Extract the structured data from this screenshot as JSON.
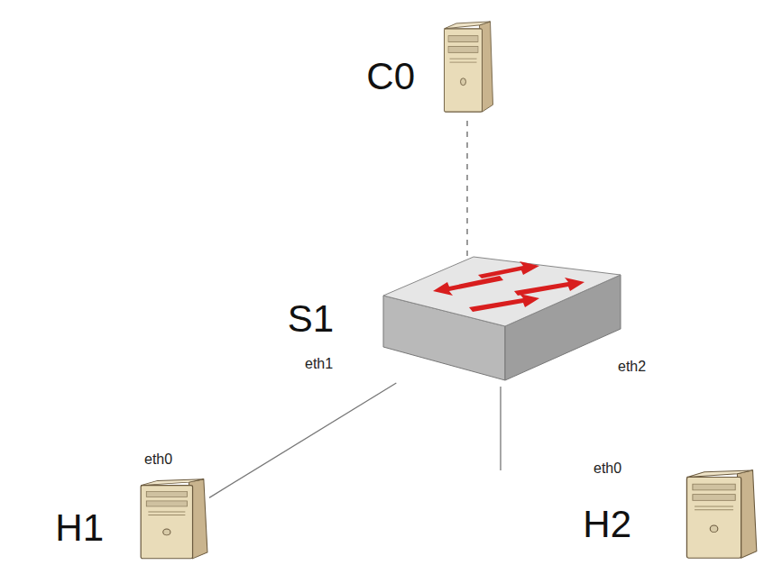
{
  "diagram": {
    "nodes": [
      {
        "text": [
          "C0"
        ]
      },
      {
        "text": [
          "S1"
        ]
      },
      {
        "text": [
          "H1"
        ]
      },
      {
        "text": [
          "H2"
        ]
      }
    ],
    "edges": [
      {
        "from": 0,
        "to": 1,
        "arrow": "none"
      },
      {
        "from": 1,
        "to": 2,
        "arrow": "none"
      },
      {
        "from": 1,
        "to": 3,
        "arrow": "none"
      }
    ],
    "labels": [
      "eth1",
      "eth2",
      "eth0",
      "eth0"
    ]
  }
}
